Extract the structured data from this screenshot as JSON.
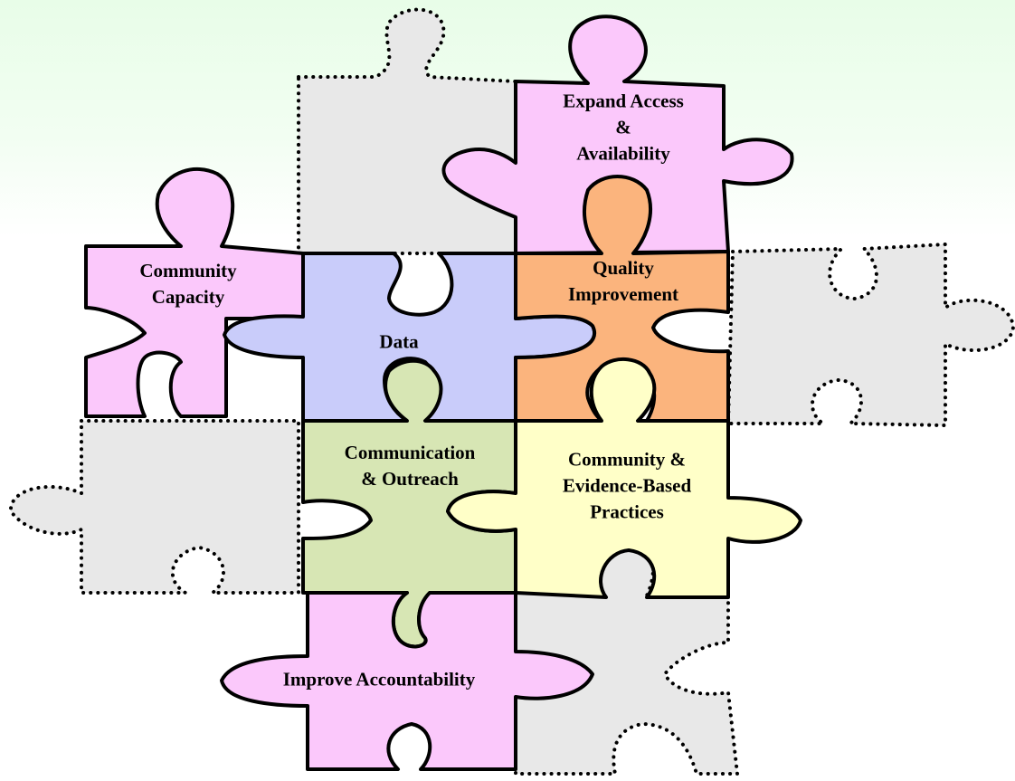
{
  "pieces": [
    {
      "id": "expand",
      "label_lines": [
        "Expand Access",
        "&",
        "Availability"
      ],
      "color": "#fbc8fb"
    },
    {
      "id": "community_capacity",
      "label_lines": [
        "Community",
        "Capacity"
      ],
      "color": "#fbc8fb"
    },
    {
      "id": "data",
      "label_lines": [
        "Data"
      ],
      "color": "#c9ccfa"
    },
    {
      "id": "quality",
      "label_lines": [
        "Quality",
        "Improvement"
      ],
      "color": "#fbb47d"
    },
    {
      "id": "communication",
      "label_lines": [
        "Communication",
        "& Outreach"
      ],
      "color": "#d7e6b4"
    },
    {
      "id": "evidence",
      "label_lines": [
        "Community &",
        "Evidence-Based",
        "Practices"
      ],
      "color": "#ffffc8"
    },
    {
      "id": "accountability",
      "label_lines": [
        "Improve Accountability"
      ],
      "color": "#fbc8fb"
    }
  ],
  "labels": {
    "expand_1": "Expand Access",
    "expand_2": "&",
    "expand_3": "Availability",
    "capacity_1": "Community",
    "capacity_2": "Capacity",
    "data_1": "Data",
    "quality_1": "Quality",
    "quality_2": "Improvement",
    "comm_1": "Communication",
    "comm_2": "& Outreach",
    "evidence_1": "Community &",
    "evidence_2": "Evidence-Based",
    "evidence_3": "Practices",
    "accountability_1": "Improve Accountability"
  }
}
